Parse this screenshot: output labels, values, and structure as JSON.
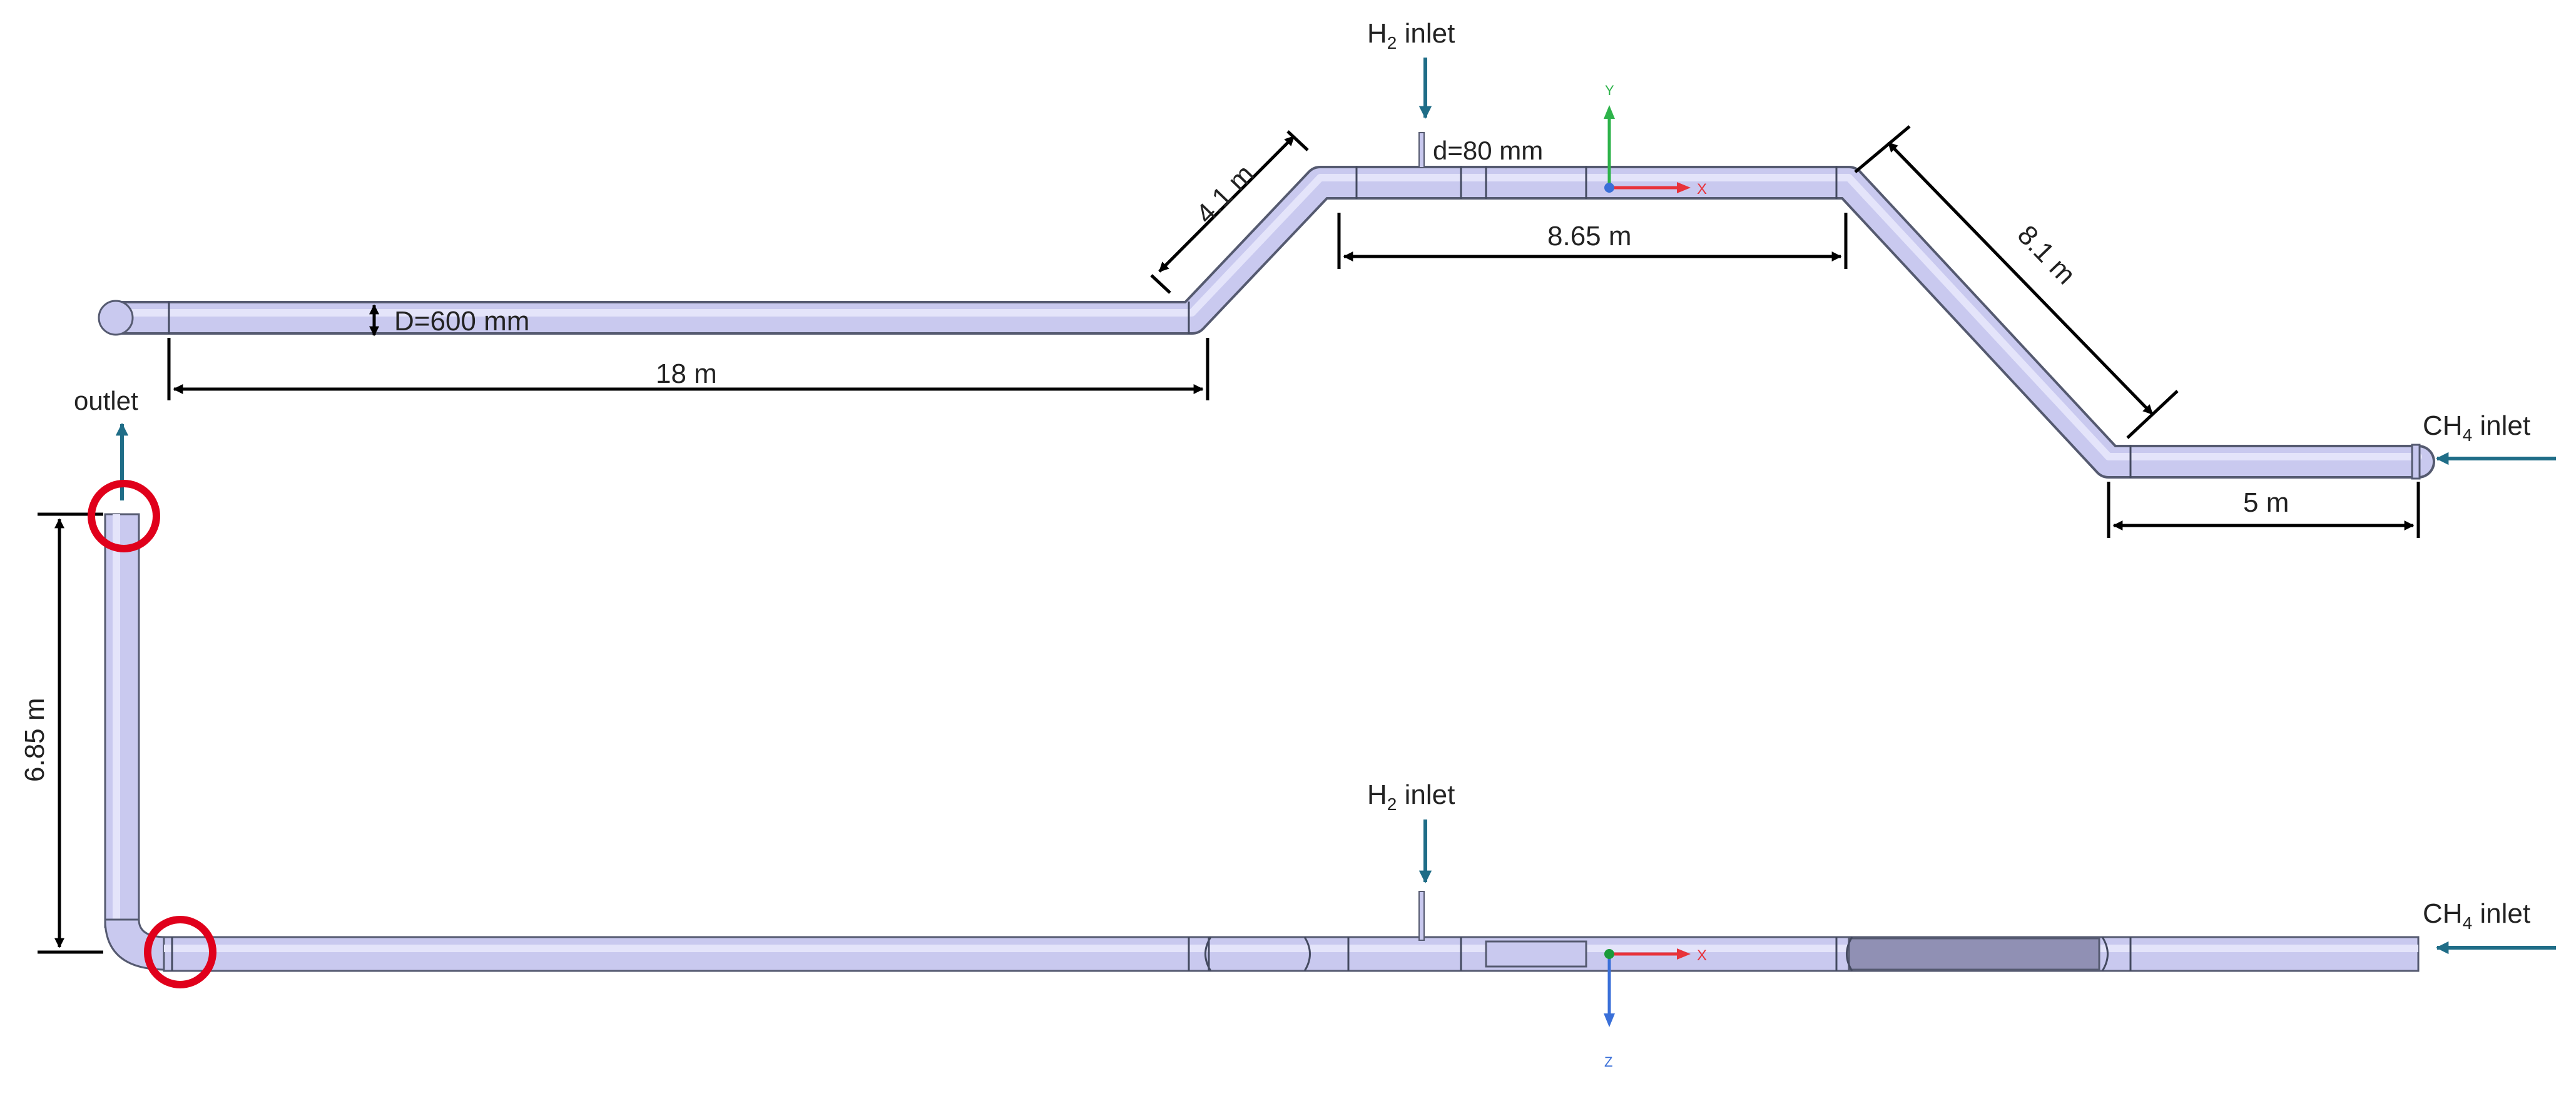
{
  "labels": {
    "h2_inlet_top": {
      "prefix": "H",
      "sub": "2",
      "suffix": " inlet"
    },
    "h2_inlet_bottom": {
      "prefix": "H",
      "sub": "2",
      "suffix": " inlet"
    },
    "ch4_inlet_top": {
      "prefix": "CH",
      "sub": "4",
      "suffix": " inlet"
    },
    "ch4_inlet_bottom": {
      "prefix": "CH",
      "sub": "4",
      "suffix": " inlet"
    },
    "outlet": "outlet"
  },
  "dimensions": {
    "pipe_diameter": "D=600 mm",
    "branch_diameter": "d=80 mm",
    "long_section": "18 m",
    "rise_section": "4.1 m",
    "top_section": "8.65 m",
    "descent_section": "8.1 m",
    "inlet_section": "5 m",
    "vertical_section": "6.85 m"
  },
  "axes": {
    "top_view": {
      "vertical": "Y",
      "horizontal": "X"
    },
    "bottom_view": {
      "vertical": "Z",
      "horizontal": "X"
    }
  },
  "colors": {
    "pipe": "#c9c9ef",
    "pipe_edge": "#555a70",
    "flow_arrow": "#1f6d87",
    "highlight": "#e0001b",
    "axis_x": "#e8323a",
    "axis_y": "#2db34a",
    "axis_z": "#3a6fd8"
  }
}
